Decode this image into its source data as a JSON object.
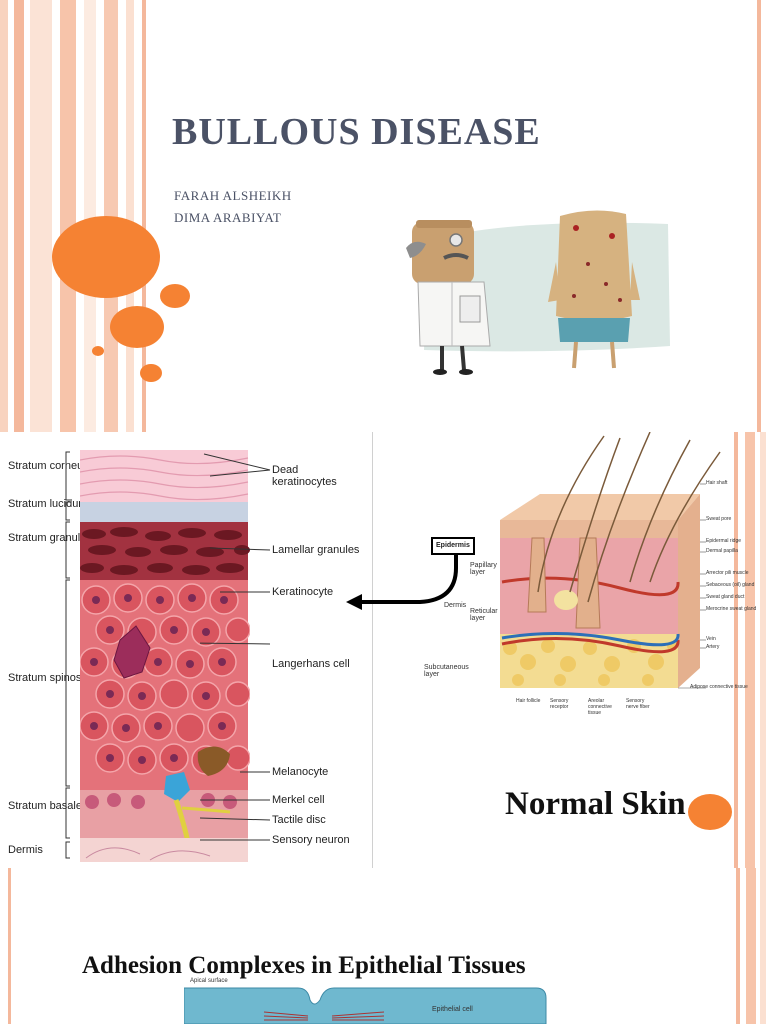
{
  "slide1": {
    "title": "BULLOUS DISEASE",
    "authors": [
      "FARAH ALSHEIKH",
      "DIMA ARABIYAT"
    ]
  },
  "slide2": {
    "layers": [
      "Stratum corneum",
      "Stratum lucidum",
      "Stratum granulosum",
      "Stratum spinosum",
      "Stratum basale",
      "Dermis"
    ],
    "callouts": [
      "Dead keratinocytes",
      "Lamellar granules",
      "Keratinocyte",
      "Langerhans cell",
      "Melanocyte",
      "Merkel cell",
      "Tactile disc",
      "Sensory neuron"
    ],
    "block": {
      "epidermis": "Epidermis",
      "papillary": "Papillary layer",
      "dermis": "Dermis",
      "reticular": "Reticular layer",
      "subcutaneous": "Subcutaneous layer",
      "right_labels": [
        "Hair shaft",
        "Sweat pore",
        "Epidermal ridge",
        "Dermal papilla",
        "Arrector pili muscle",
        "Sebaceous (oil) gland",
        "Sweat gland duct",
        "Merocrine sweat gland",
        "Vein",
        "Artery",
        "Adipose connective tissue"
      ],
      "bottom_labels": [
        "Hair follicle",
        "Sensory receptor",
        "Areolar connective tissue",
        "Sensory nerve fiber"
      ]
    },
    "caption": "Normal Skin"
  },
  "slide3": {
    "title": "Adhesion Complexes in Epithelial Tissues",
    "apical": "Apical surface",
    "cell": "Epithelial cell"
  },
  "colors": {
    "accent": "#f58233",
    "title": "#4b5266",
    "stripe": "#f7c4aa"
  },
  "icons": [
    "doctor-illustration",
    "patient-illustration",
    "arrow-left-icon"
  ]
}
